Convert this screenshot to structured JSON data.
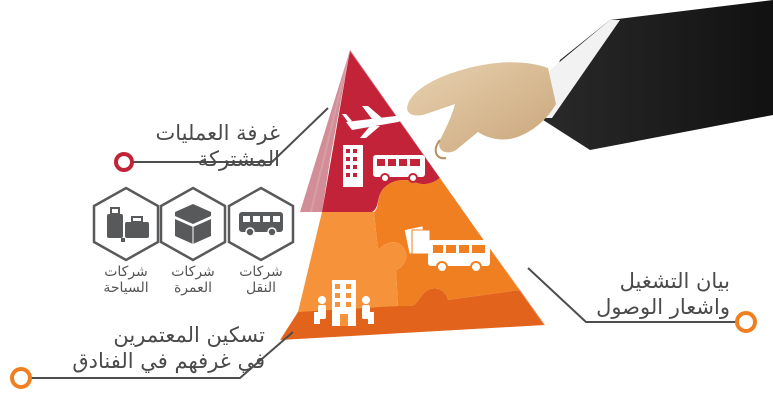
{
  "colors": {
    "red": "#c22338",
    "red_light": "#d9404f",
    "orange": "#f07f22",
    "orange_dark": "#e2641c",
    "orange_light": "#f5a04a",
    "grey_text": "#4a4a4a",
    "icon_grey": "#58595b",
    "connector": "#4d4d4d"
  },
  "labels": {
    "operations_room": [
      "غرفة العمليات",
      "المشتركة"
    ],
    "operation_statement": [
      "بيان التشغيل",
      "واشعار الوصول"
    ],
    "housing": [
      "تسكين المعتمرين",
      "في غرفهم في الفنادق"
    ]
  },
  "hexagons": [
    {
      "icon": "bus-icon",
      "lines": [
        "شركات",
        "النقل"
      ]
    },
    {
      "icon": "kaaba-icon",
      "lines": [
        "شركات",
        "العمرة"
      ]
    },
    {
      "icon": "luggage-icon",
      "lines": [
        "شركات",
        "السياحة"
      ]
    }
  ],
  "puzzle_icons": [
    "airplane-icon",
    "building-icon",
    "bus-icon",
    "document-icon",
    "bus-icon",
    "hotel-guests-icon"
  ]
}
